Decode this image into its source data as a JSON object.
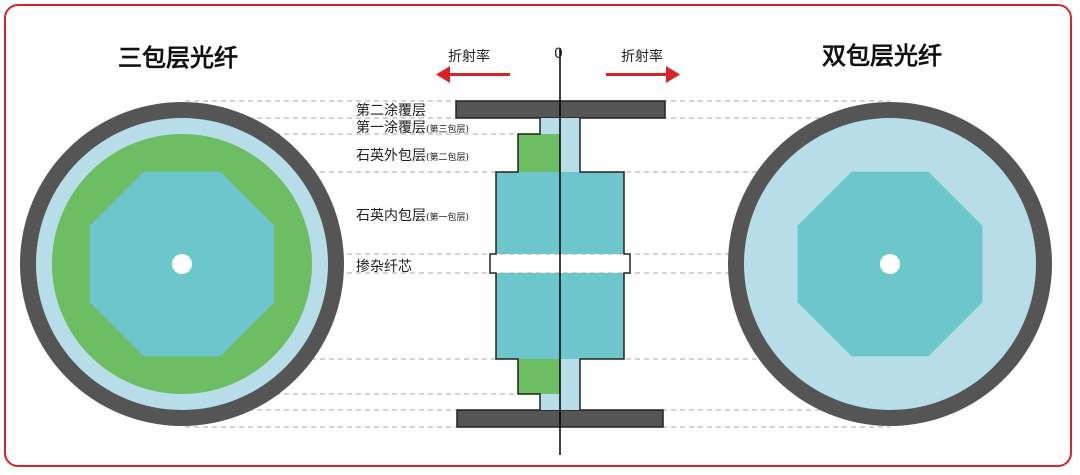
{
  "titles": {
    "left": "三包层光纤",
    "right": "双包层光纤"
  },
  "axis": {
    "zero": "0",
    "left_label": "折射率",
    "right_label": "折射率"
  },
  "layers": [
    {
      "name": "第二涂覆层",
      "note": ""
    },
    {
      "name": "第一涂覆层",
      "note": "(第三包层)"
    },
    {
      "name": "石英外包层",
      "note": "(第二包层)"
    },
    {
      "name": "石英内包层",
      "note": "(第一包层)"
    },
    {
      "name": "掺杂纤芯",
      "note": ""
    }
  ],
  "colors": {
    "border": "#d9232a",
    "coating2": "#555555",
    "coating1": "#b7dde8",
    "outer_clad": "#6dbd63",
    "inner_clad": "#6cc6cc",
    "core": "#ffffff",
    "arrow": "#d9232a"
  }
}
